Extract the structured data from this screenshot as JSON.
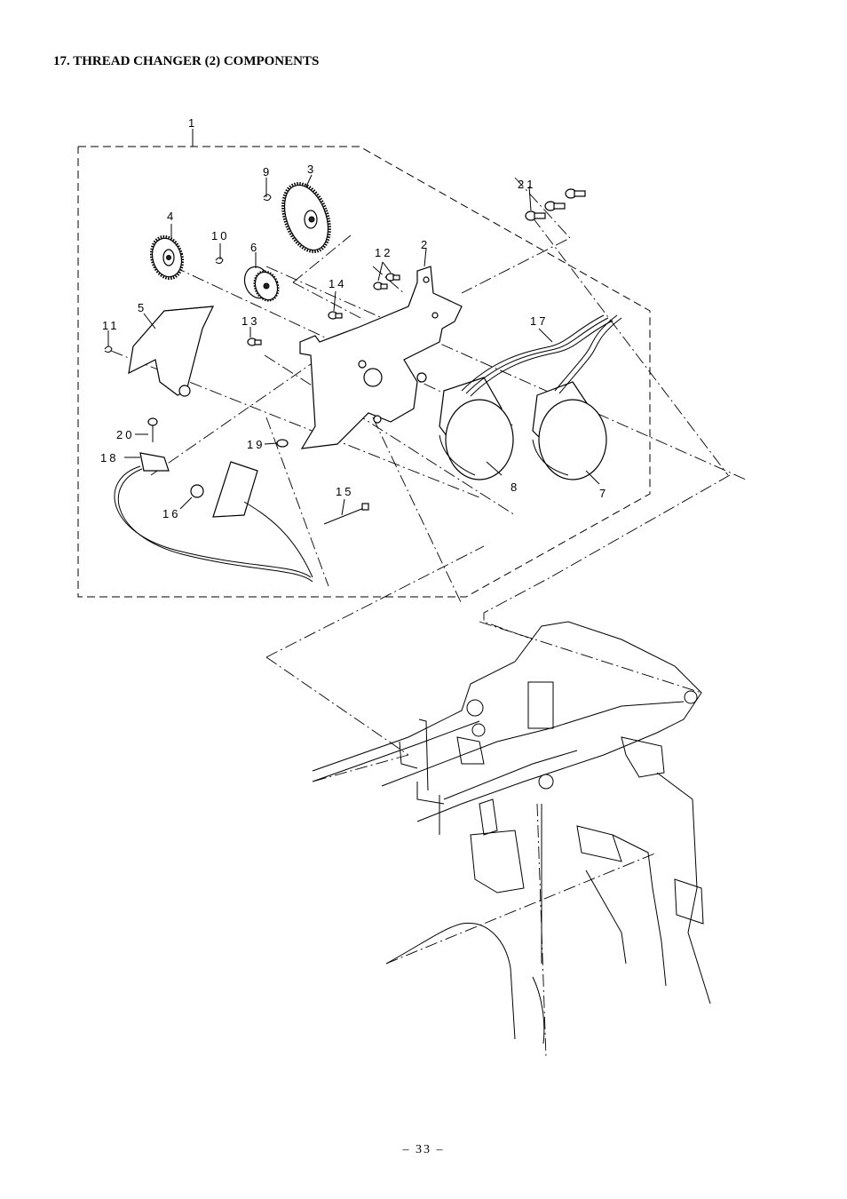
{
  "page": {
    "title": "17. THREAD CHANGER (2) COMPONENTS",
    "page_number": "– 33 –"
  },
  "callouts": [
    {
      "id": "1",
      "text": "1"
    },
    {
      "id": "2",
      "text": "2"
    },
    {
      "id": "3",
      "text": "3"
    },
    {
      "id": "4",
      "text": "4"
    },
    {
      "id": "5",
      "text": "5"
    },
    {
      "id": "6",
      "text": "6"
    },
    {
      "id": "7",
      "text": "7"
    },
    {
      "id": "8",
      "text": "8"
    },
    {
      "id": "9",
      "text": "9"
    },
    {
      "id": "10",
      "text": "10"
    },
    {
      "id": "11",
      "text": "11"
    },
    {
      "id": "12",
      "text": "12"
    },
    {
      "id": "13",
      "text": "13"
    },
    {
      "id": "14",
      "text": "14"
    },
    {
      "id": "15",
      "text": "15"
    },
    {
      "id": "16",
      "text": "16"
    },
    {
      "id": "17",
      "text": "17"
    },
    {
      "id": "18",
      "text": "18"
    },
    {
      "id": "19",
      "text": "19"
    },
    {
      "id": "20",
      "text": "20"
    },
    {
      "id": "21",
      "text": "21"
    }
  ]
}
